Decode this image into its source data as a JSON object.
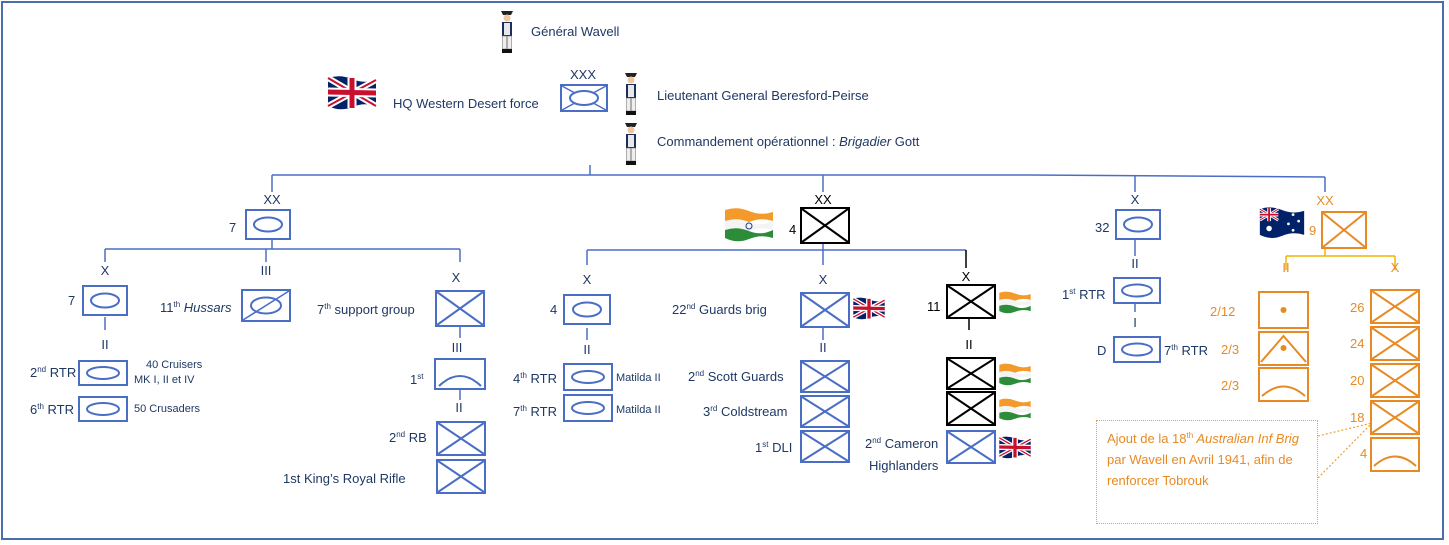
{
  "colors": {
    "frame": "#4a6ea9",
    "unit": "#4a6ec6",
    "text": "#1f3864",
    "australian": "#e88a24",
    "indian": "#000000"
  },
  "command": {
    "commander": "Général Wavell",
    "hq_size": "XXX",
    "hq_label": "HQ Western Desert force",
    "hq_commander": "Lieutenant General Beresford-Peirse",
    "operational_prefix": "Commandement opérationnel : ",
    "operational_rank": "Brigadier",
    "operational_name": " Gott"
  },
  "div7": {
    "size": "XX",
    "number": "7",
    "brig7": {
      "size": "X",
      "number": "7"
    },
    "rtr_size": "II",
    "rtr2": {
      "ord": "2",
      "sup": "nd",
      "name": " RTR",
      "note1": "40 Cruisers",
      "note2": "MK I, II et IV"
    },
    "rtr6": {
      "ord": "6",
      "sup": "th",
      "name": " RTR",
      "note": "50 Crusaders"
    },
    "hussars": {
      "size": "III",
      "ord": "11",
      "sup": "th",
      "name": "Hussars"
    },
    "support": {
      "size": "X",
      "ord": "7",
      "sup": "th",
      "name": " support group"
    },
    "first": {
      "size": "III",
      "ord": "1",
      "sup": "st"
    },
    "rb_size": "II",
    "rb2": {
      "ord": "2",
      "sup": "nd",
      "name": " RB"
    },
    "krr": "1st King’s Royal Rifle"
  },
  "div4": {
    "size": "XX",
    "number": "4",
    "brig4": {
      "size": "X",
      "number": "4"
    },
    "rtr_size": "II",
    "rtr4": {
      "ord": "4",
      "sup": "th",
      "name": " RTR",
      "note": "Matilda II"
    },
    "rtr7": {
      "ord": "7",
      "sup": "th",
      "name": " RTR",
      "note": "Matilda II"
    },
    "guards": {
      "size": "X",
      "ord": "22",
      "sup": "nd",
      "name": " Guards brig"
    },
    "guards_bn_size": "II",
    "scots": {
      "ord": "2",
      "sup": "nd",
      "name": " Scott Guards"
    },
    "coldstream": {
      "ord": "3",
      "sup": "rd",
      "name": " Coldstream"
    },
    "dli": {
      "ord": "1",
      "sup": "st",
      "name": " DLI"
    },
    "brig11": {
      "size": "X",
      "number": "11"
    },
    "brig11_bn_size": "II",
    "cameron": {
      "ord": "2",
      "sup": "nd",
      "name": " Cameron",
      "line2": "Highlanders"
    }
  },
  "brig32": {
    "size": "X",
    "number": "32",
    "bn_size": "II",
    "rtr1": {
      "ord": "1",
      "sup": "st",
      "name": " RTR"
    },
    "coy_size": "I",
    "d": {
      "letter": "D",
      "ord": "7",
      "sup": "th",
      "name": " RTR"
    }
  },
  "div9": {
    "size": "XX",
    "number": "9",
    "left_size": "II",
    "right_size": "X",
    "bn": [
      "2/12",
      "2/3",
      "2/3"
    ],
    "brigs": [
      "26",
      "24",
      "20",
      "18",
      "4"
    ]
  },
  "note": {
    "p1": "Ajout de la 18",
    "sup": "th",
    "italic": " Australian Inf Brig",
    "p2": " par Wavell en Avril 1941, afin de renforcer Tobrouk"
  }
}
